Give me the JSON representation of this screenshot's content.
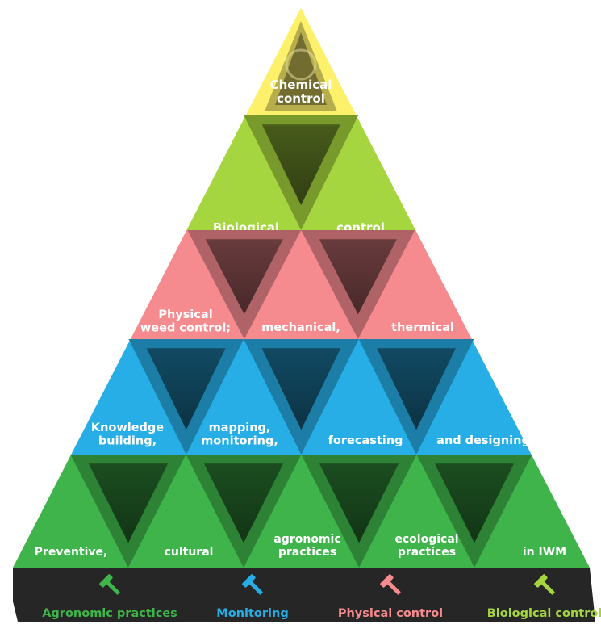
{
  "tiers": [
    {
      "id": "chemical",
      "color": "#fdf06a",
      "labels": [
        {
          "lines": [
            "Chemical",
            "control"
          ]
        }
      ]
    },
    {
      "id": "biological",
      "color": "#a6d63f",
      "labels": [
        {
          "lines": [
            "Biological"
          ]
        },
        {
          "lines": [
            "control"
          ]
        }
      ]
    },
    {
      "id": "physical",
      "color": "#f58a8f",
      "labels": [
        {
          "lines": [
            "Physical",
            "weed control;"
          ]
        },
        {
          "lines": [
            "mechanical,"
          ]
        },
        {
          "lines": [
            "thermical"
          ]
        }
      ]
    },
    {
      "id": "monitoring",
      "color": "#27aee6",
      "labels": [
        {
          "lines": [
            "Knowledge",
            "building,"
          ]
        },
        {
          "lines": [
            "mapping,",
            "monitoring,"
          ]
        },
        {
          "lines": [
            "forecasting"
          ]
        },
        {
          "lines": [
            "and designing"
          ]
        }
      ]
    },
    {
      "id": "agronomic",
      "color": "#3fb44a",
      "labels": [
        {
          "lines": [
            "Preventive,"
          ]
        },
        {
          "lines": [
            "cultural"
          ]
        },
        {
          "lines": [
            "agronomic",
            "practices"
          ]
        },
        {
          "lines": [
            "ecological",
            "practices"
          ]
        },
        {
          "lines": [
            "in IWM"
          ]
        }
      ]
    }
  ],
  "legend": [
    {
      "label": "Agronomic practices",
      "color": "#3fb44a",
      "icon": "hammer-icon"
    },
    {
      "label": "Monitoring",
      "color": "#27aee6",
      "icon": "hammer-icon"
    },
    {
      "label": "Physical control",
      "color": "#f58a8f",
      "icon": "hammer-icon"
    },
    {
      "label": "Biological control",
      "color": "#a6d63f",
      "icon": "hammer-icon"
    }
  ],
  "colors": {
    "legend_bar": "#262626",
    "label_text": "#ffffff"
  }
}
